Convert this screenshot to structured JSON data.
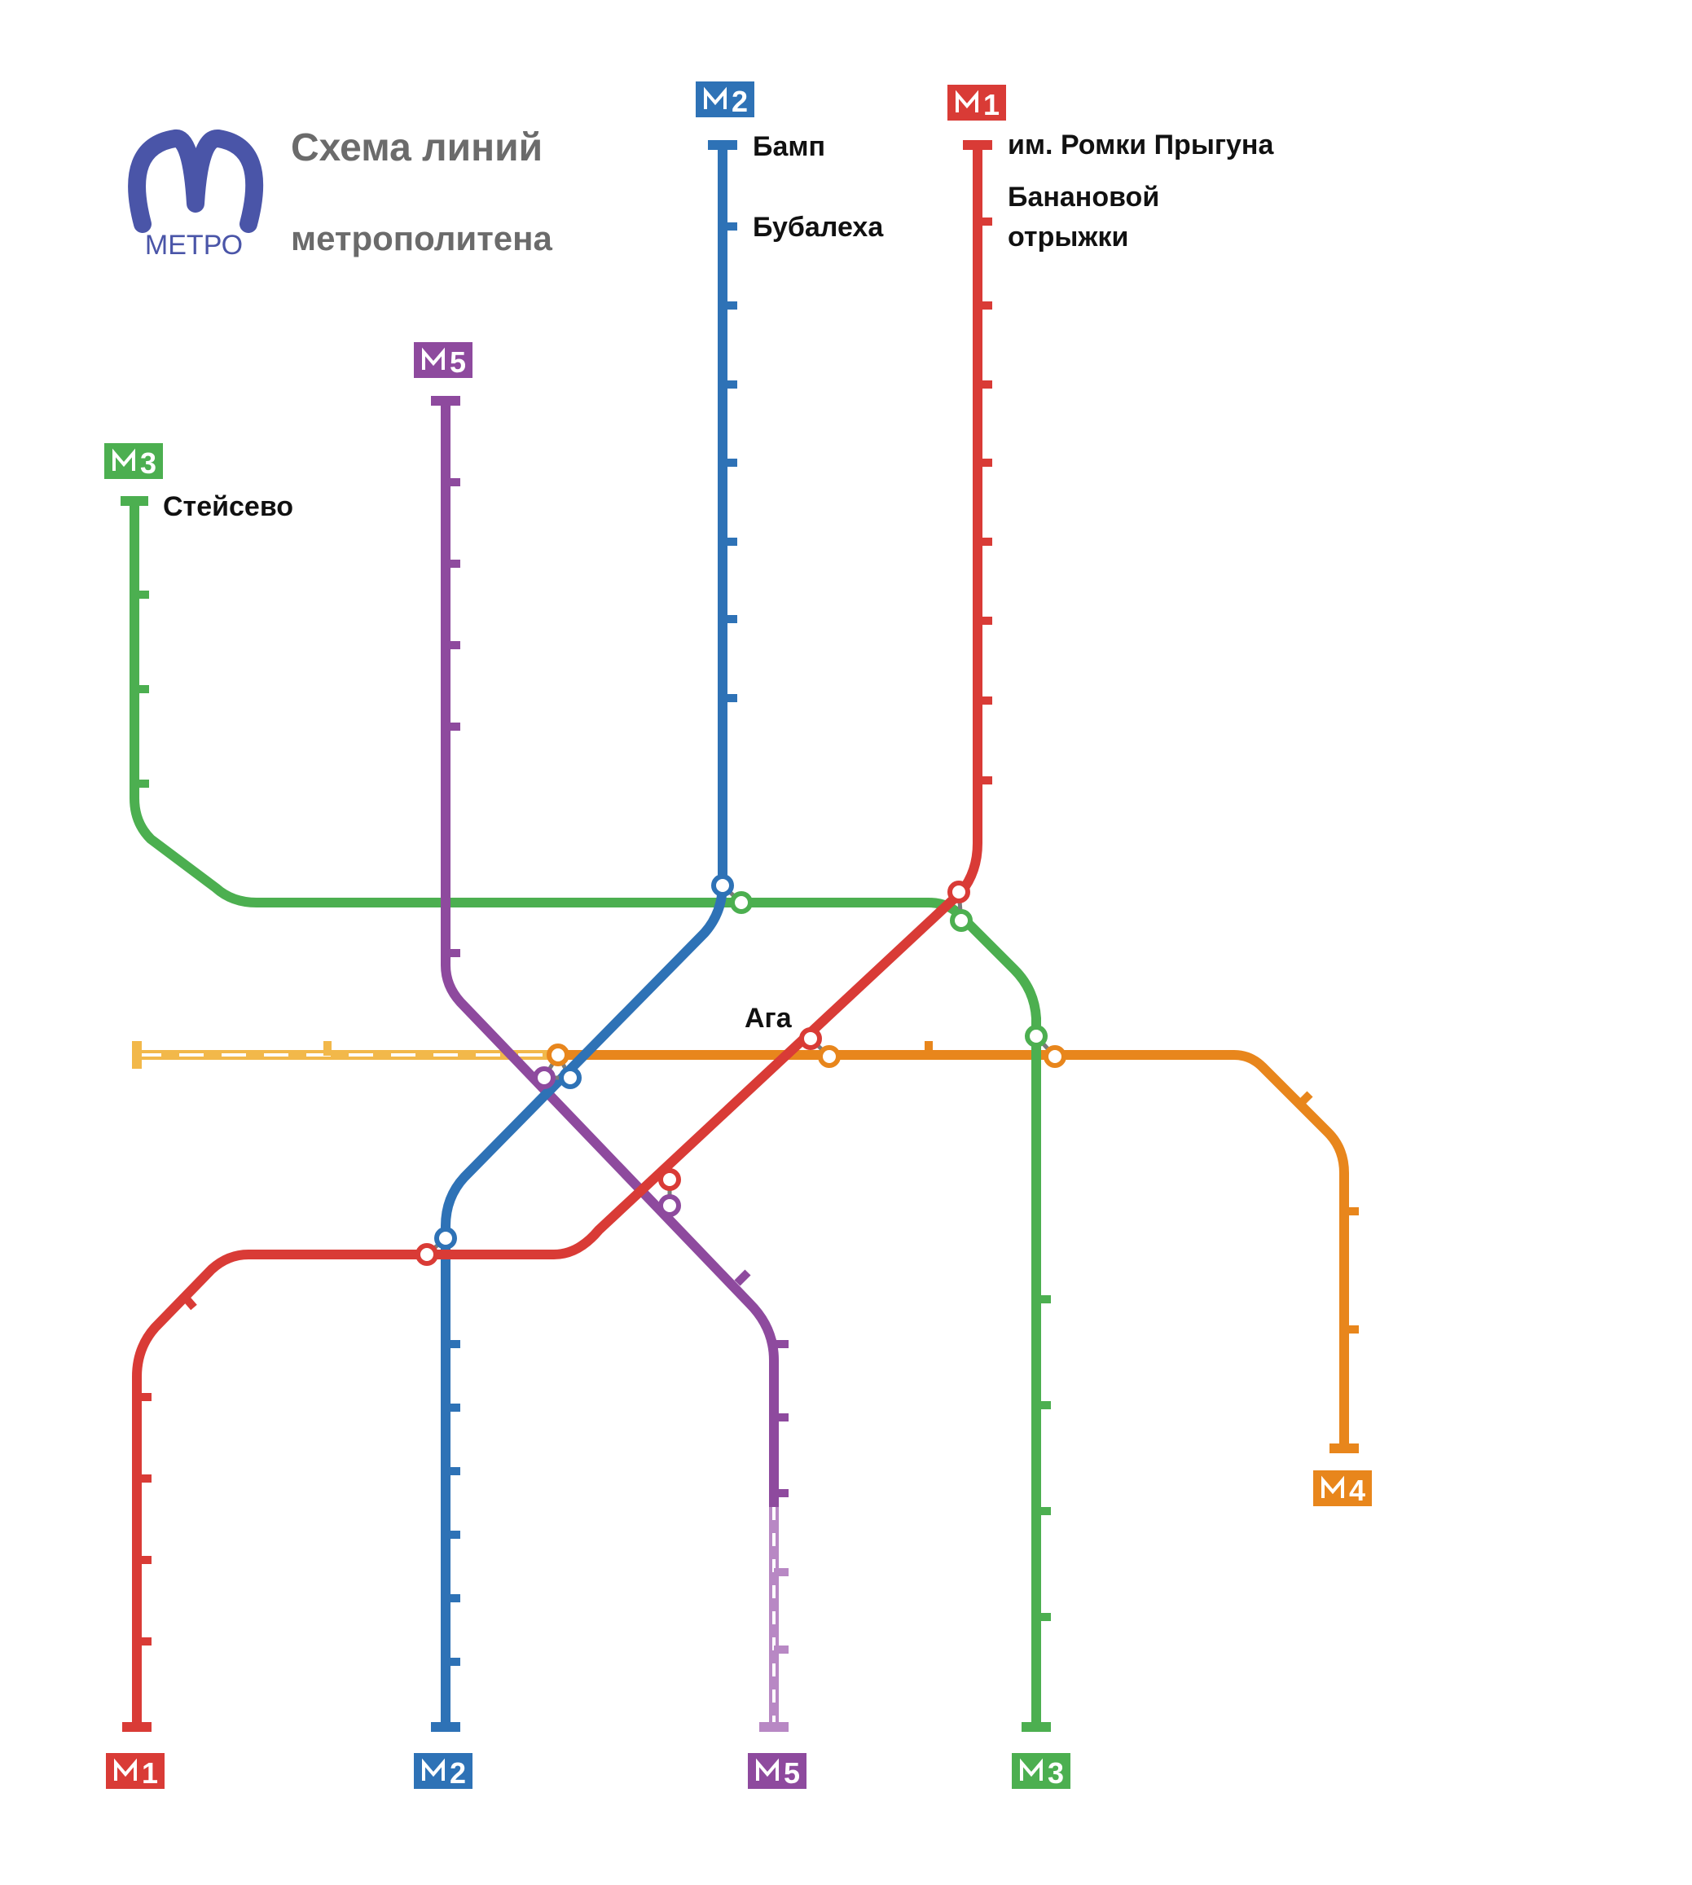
{
  "header": {
    "title_line1": "Схема  линий",
    "title_line2": "метрополитена",
    "logo_text": "МЕТРО",
    "logo_icon": "metro-m-icon"
  },
  "colors": {
    "line1": "#d93b36",
    "line2": "#2e72b6",
    "line3": "#4caf50",
    "line4": "#e8861c",
    "line4_planned": "#f2b84a",
    "line5": "#8e4a9e",
    "logo": "#4a55a8"
  },
  "badges": {
    "line1": "1",
    "line2": "2",
    "line3": "3",
    "line4": "4",
    "line5": "5"
  },
  "stations": {
    "line2_top_1": "Бамп",
    "line2_top_2": "Бубалеха",
    "line1_top_1": "им. Ромки Прыгуна",
    "line1_top_2a": "Банановой",
    "line1_top_2b": "отрыжки",
    "line3_top_1": "Стейсево",
    "transfer_label": "Ага"
  }
}
